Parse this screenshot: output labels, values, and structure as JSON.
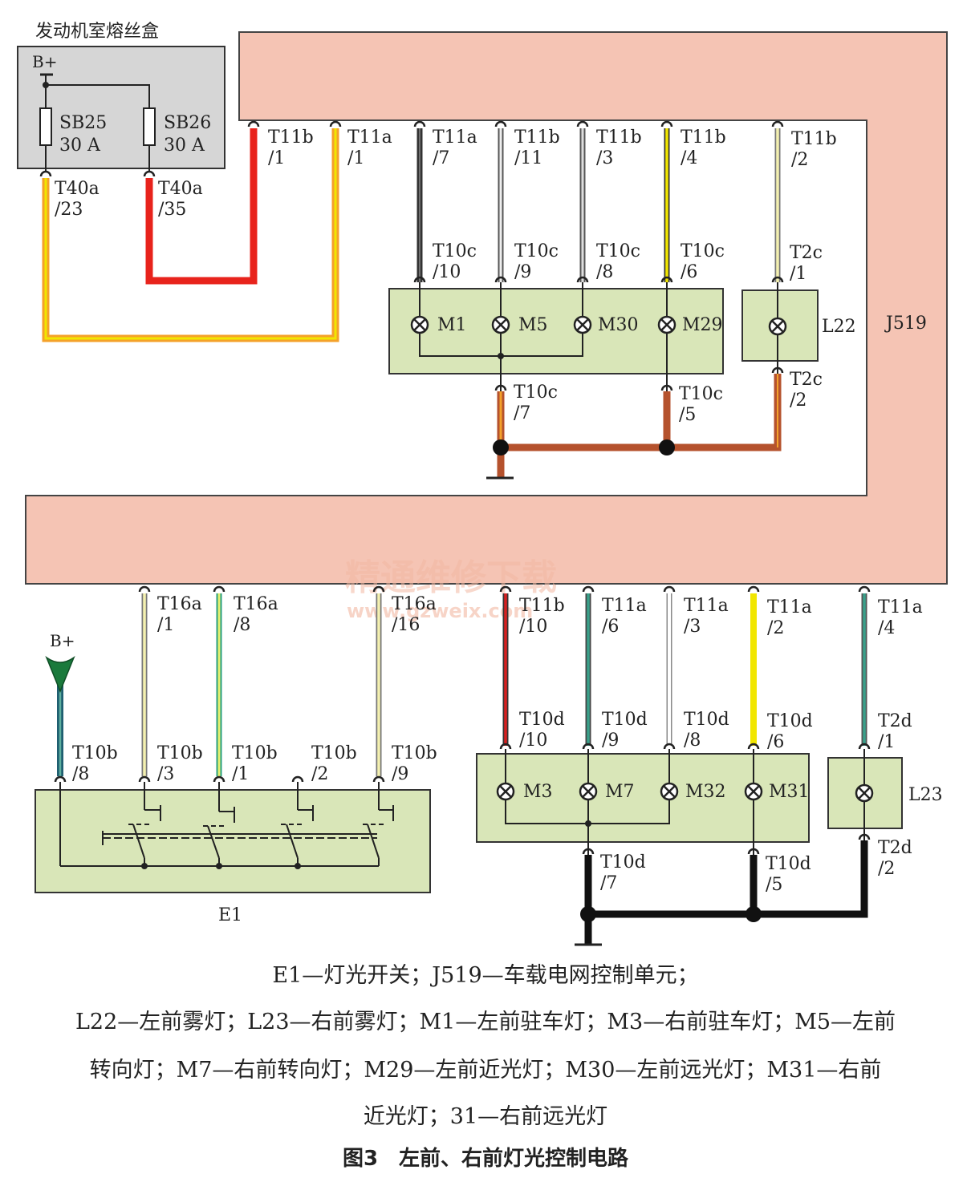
{
  "fuse_box": {
    "title": "发动机室熔丝盒",
    "bplus": "B+",
    "fuses": [
      {
        "name": "SB25",
        "rating": "30 A"
      },
      {
        "name": "SB26",
        "rating": "30 A"
      }
    ]
  },
  "j519": {
    "label": "J519"
  },
  "upper_pins": [
    {
      "conn": "T40a",
      "pin": "/23"
    },
    {
      "conn": "T40a",
      "pin": "/35"
    },
    {
      "conn": "T11b",
      "pin": "/1"
    },
    {
      "conn": "T11a",
      "pin": "/1"
    },
    {
      "conn": "T11a",
      "pin": "/7"
    },
    {
      "conn": "T11b",
      "pin": "/11"
    },
    {
      "conn": "T11b",
      "pin": "/3"
    },
    {
      "conn": "T11b",
      "pin": "/4"
    },
    {
      "conn": "T11b",
      "pin": "/2"
    },
    {
      "conn": "T10c",
      "pin": "/10"
    },
    {
      "conn": "T10c",
      "pin": "/9"
    },
    {
      "conn": "T10c",
      "pin": "/8"
    },
    {
      "conn": "T10c",
      "pin": "/6"
    },
    {
      "conn": "T2c",
      "pin": "/1"
    },
    {
      "conn": "T10c",
      "pin": "/7"
    },
    {
      "conn": "T10c",
      "pin": "/5"
    },
    {
      "conn": "T2c",
      "pin": "/2"
    }
  ],
  "upper_lamps": [
    "M1",
    "M5",
    "M30",
    "M29"
  ],
  "upper_fog": "L22",
  "lower_pins": [
    {
      "conn": "T16a",
      "pin": "/1"
    },
    {
      "conn": "T16a",
      "pin": "/8"
    },
    {
      "conn": "T16a",
      "pin": "/16"
    },
    {
      "conn": "T11b",
      "pin": "/10"
    },
    {
      "conn": "T11a",
      "pin": "/6"
    },
    {
      "conn": "T11a",
      "pin": "/3"
    },
    {
      "conn": "T11a",
      "pin": "/2"
    },
    {
      "conn": "T11a",
      "pin": "/4"
    },
    {
      "conn": "T10b",
      "pin": "/8"
    },
    {
      "conn": "T10b",
      "pin": "/3"
    },
    {
      "conn": "T10b",
      "pin": "/1"
    },
    {
      "conn": "T10b",
      "pin": "/2"
    },
    {
      "conn": "T10b",
      "pin": "/9"
    },
    {
      "conn": "T10d",
      "pin": "/10"
    },
    {
      "conn": "T10d",
      "pin": "/9"
    },
    {
      "conn": "T10d",
      "pin": "/8"
    },
    {
      "conn": "T10d",
      "pin": "/6"
    },
    {
      "conn": "T2d",
      "pin": "/1"
    },
    {
      "conn": "T10d",
      "pin": "/7"
    },
    {
      "conn": "T10d",
      "pin": "/5"
    },
    {
      "conn": "T2d",
      "pin": "/2"
    }
  ],
  "lower_lamps": [
    "M3",
    "M7",
    "M32",
    "M31"
  ],
  "lower_fog": "L23",
  "e1": {
    "label": "E1",
    "bplus": "B+"
  },
  "watermark": {
    "line1": "精通维修下载",
    "line2": "www.gzweix.com"
  },
  "colors": {
    "j519_fill": "#f5c4b4",
    "module_fill": "#d9e6b8",
    "fusebox_fill": "#d6d6d6",
    "wire_red": "#e8231c",
    "wire_yellow": "#f1e600",
    "wire_orange": "#f4a12a",
    "wire_brown": "#b5522d",
    "wire_green": "#2aa080"
  },
  "caption": {
    "line1": "E1—灯光开关；J519—车载电网控制单元；",
    "line2": "L22—左前雾灯；L23—右前雾灯；M1—左前驻车灯；M3—右前驻车灯；M5—左前",
    "line3": "转向灯；M7—右前转向灯；M29—左前近光灯；M30—左前远光灯；M31—右前",
    "line4": "近光灯；31—右前远光灯",
    "title": "图3　左前、右前灯光控制电路"
  }
}
